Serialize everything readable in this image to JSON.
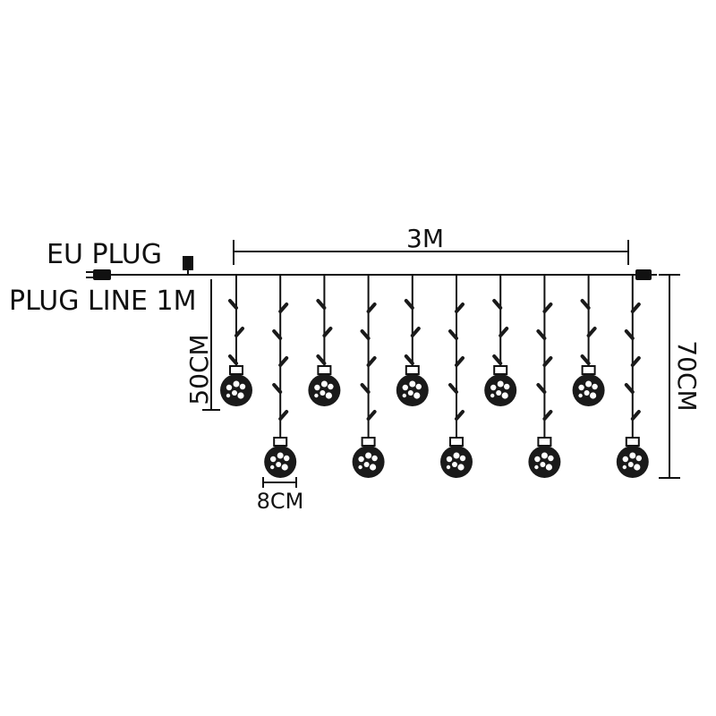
{
  "labels": {
    "plug": "EU PLUG",
    "plug_line": "PLUG LINE 1M",
    "width": "3M",
    "short_drop": "50CM",
    "long_drop": "70CM",
    "ball_diameter": "8CM"
  },
  "drops": [
    {
      "length": "short",
      "bulbs": 4
    },
    {
      "length": "long",
      "bulbs": 5
    },
    {
      "length": "short",
      "bulbs": 4
    },
    {
      "length": "long",
      "bulbs": 5
    },
    {
      "length": "short",
      "bulbs": 4
    },
    {
      "length": "long",
      "bulbs": 5
    },
    {
      "length": "short",
      "bulbs": 4
    },
    {
      "length": "long",
      "bulbs": 5
    },
    {
      "length": "short",
      "bulbs": 4
    },
    {
      "length": "long",
      "bulbs": 5
    }
  ],
  "colors": {
    "line": "#111111",
    "ball": "#1a1a1a",
    "dot": "#ffffff"
  }
}
